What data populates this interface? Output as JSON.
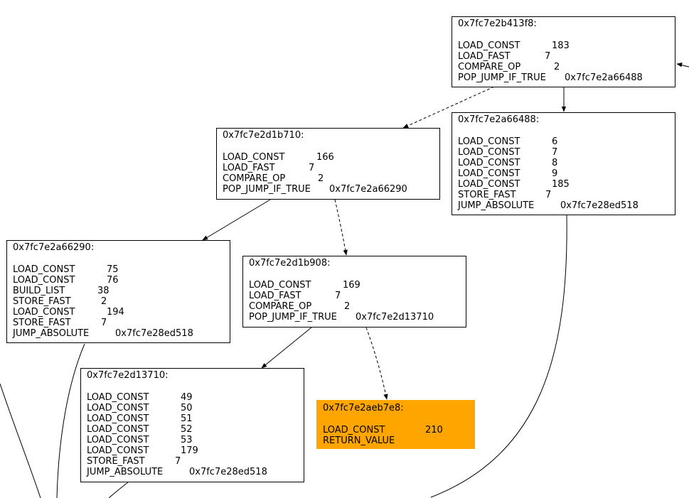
{
  "colors": {
    "highlight": "#ffa500",
    "edge": "#000000",
    "node_border": "#000000"
  },
  "nodes": [
    {
      "id": "n0",
      "addr": "0x7fc7e2b413f8:",
      "instructions": [
        {
          "op": "LOAD_CONST",
          "arg": "183"
        },
        {
          "op": "LOAD_FAST",
          "arg": "7"
        },
        {
          "op": "COMPARE_OP",
          "arg": "2"
        },
        {
          "op": "POP_JUMP_IF_TRUE",
          "arg": "0x7fc7e2a66488"
        }
      ]
    },
    {
      "id": "n1",
      "addr": "0x7fc7e2a66488:",
      "instructions": [
        {
          "op": "LOAD_CONST",
          "arg": "6"
        },
        {
          "op": "LOAD_CONST",
          "arg": "7"
        },
        {
          "op": "LOAD_CONST",
          "arg": "8"
        },
        {
          "op": "LOAD_CONST",
          "arg": "9"
        },
        {
          "op": "LOAD_CONST",
          "arg": "185"
        },
        {
          "op": "STORE_FAST",
          "arg": "7"
        },
        {
          "op": "JUMP_ABSOLUTE",
          "arg": "0x7fc7e28ed518"
        }
      ]
    },
    {
      "id": "n2",
      "addr": "0x7fc7e2d1b710:",
      "instructions": [
        {
          "op": "LOAD_CONST",
          "arg": "166"
        },
        {
          "op": "LOAD_FAST",
          "arg": "7"
        },
        {
          "op": "COMPARE_OP",
          "arg": "2"
        },
        {
          "op": "POP_JUMP_IF_TRUE",
          "arg": "0x7fc7e2a66290"
        }
      ]
    },
    {
      "id": "n3",
      "addr": "0x7fc7e2a66290:",
      "instructions": [
        {
          "op": "LOAD_CONST",
          "arg": "75"
        },
        {
          "op": "LOAD_CONST",
          "arg": "76"
        },
        {
          "op": "BUILD_LIST",
          "arg": "38"
        },
        {
          "op": "STORE_FAST",
          "arg": "2"
        },
        {
          "op": "LOAD_CONST",
          "arg": "194"
        },
        {
          "op": "STORE_FAST",
          "arg": "7"
        },
        {
          "op": "JUMP_ABSOLUTE",
          "arg": "0x7fc7e28ed518"
        }
      ]
    },
    {
      "id": "n4",
      "addr": "0x7fc7e2d1b908:",
      "instructions": [
        {
          "op": "LOAD_CONST",
          "arg": "169"
        },
        {
          "op": "LOAD_FAST",
          "arg": "7"
        },
        {
          "op": "COMPARE_OP",
          "arg": "2"
        },
        {
          "op": "POP_JUMP_IF_TRUE",
          "arg": "0x7fc7e2d13710"
        }
      ]
    },
    {
      "id": "n5",
      "addr": "0x7fc7e2d13710:",
      "instructions": [
        {
          "op": "LOAD_CONST",
          "arg": "49"
        },
        {
          "op": "LOAD_CONST",
          "arg": "50"
        },
        {
          "op": "LOAD_CONST",
          "arg": "51"
        },
        {
          "op": "LOAD_CONST",
          "arg": "52"
        },
        {
          "op": "LOAD_CONST",
          "arg": "53"
        },
        {
          "op": "LOAD_CONST",
          "arg": "179"
        },
        {
          "op": "STORE_FAST",
          "arg": "7"
        },
        {
          "op": "JUMP_ABSOLUTE",
          "arg": "0x7fc7e28ed518"
        }
      ]
    },
    {
      "id": "n6",
      "addr": "0x7fc7e2aeb7e8:",
      "highlight": true,
      "instructions": [
        {
          "op": "LOAD_CONST",
          "arg": "210"
        },
        {
          "op": "RETURN_VALUE",
          "arg": ""
        }
      ]
    }
  ],
  "edges": [
    {
      "from": "n0",
      "to": "n1",
      "style": "solid"
    },
    {
      "from": "n0",
      "to": "n2",
      "style": "dashed"
    },
    {
      "from": "n2",
      "to": "n3",
      "style": "solid"
    },
    {
      "from": "n2",
      "to": "n4",
      "style": "dashed"
    },
    {
      "from": "n4",
      "to": "n5",
      "style": "solid"
    },
    {
      "from": "n4",
      "to": "n6",
      "style": "dashed"
    }
  ]
}
